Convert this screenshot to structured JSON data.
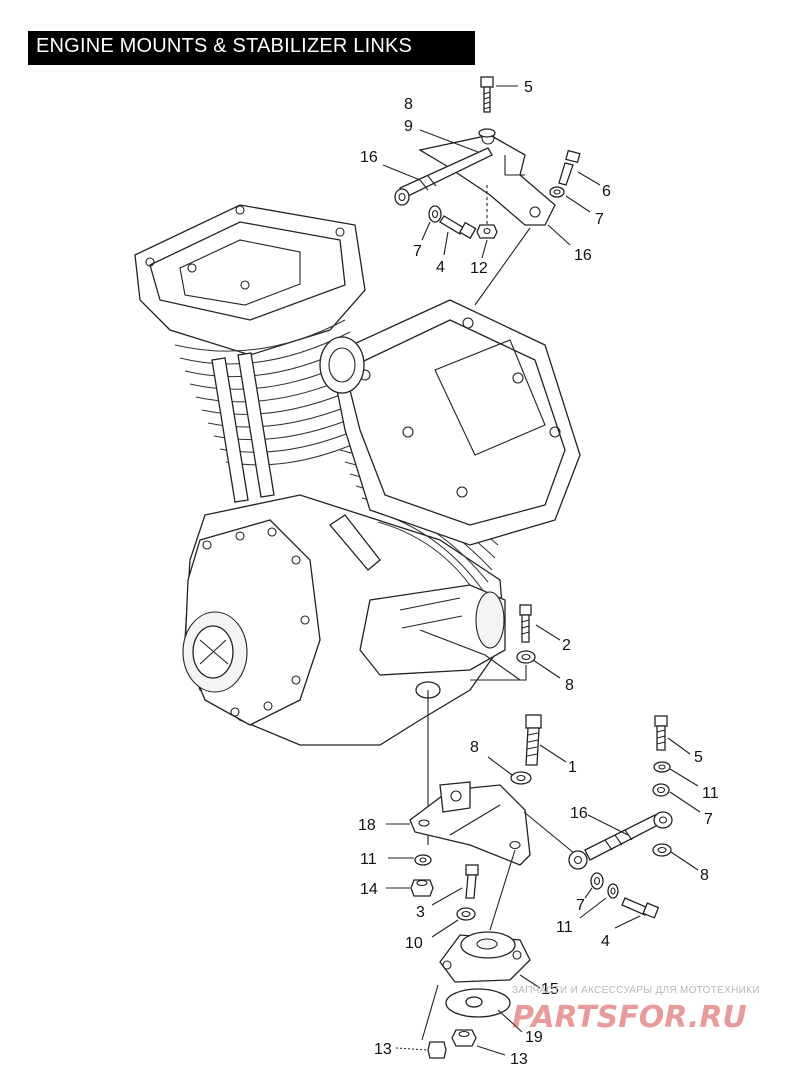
{
  "title": "ENGINE MOUNTS & STABILIZER LINKS",
  "callouts": {
    "c5a": "5",
    "c8a": "8",
    "c9": "9",
    "c16a": "16",
    "c6": "6",
    "c7a": "7",
    "c7b": "7",
    "c4a": "4",
    "c12": "12",
    "c16b": "16",
    "c2": "2",
    "c8b": "8",
    "c8c": "8",
    "c1": "1",
    "c5b": "5",
    "c11a": "11",
    "c7c": "7",
    "c16c": "16",
    "c18": "18",
    "c11b": "11",
    "c8d": "8",
    "c14": "14",
    "c3": "3",
    "c7d": "7",
    "c11c": "11",
    "c10": "10",
    "c4b": "4",
    "c15": "15",
    "c19": "19",
    "c13a": "13",
    "c13b": "13"
  },
  "watermark": {
    "subtitle": "ЗАПЧАСТИ И АКСЕССУАРЫ ДЛЯ МОТОТЕХНИКИ",
    "logo": "PARTSFOR.RU"
  }
}
